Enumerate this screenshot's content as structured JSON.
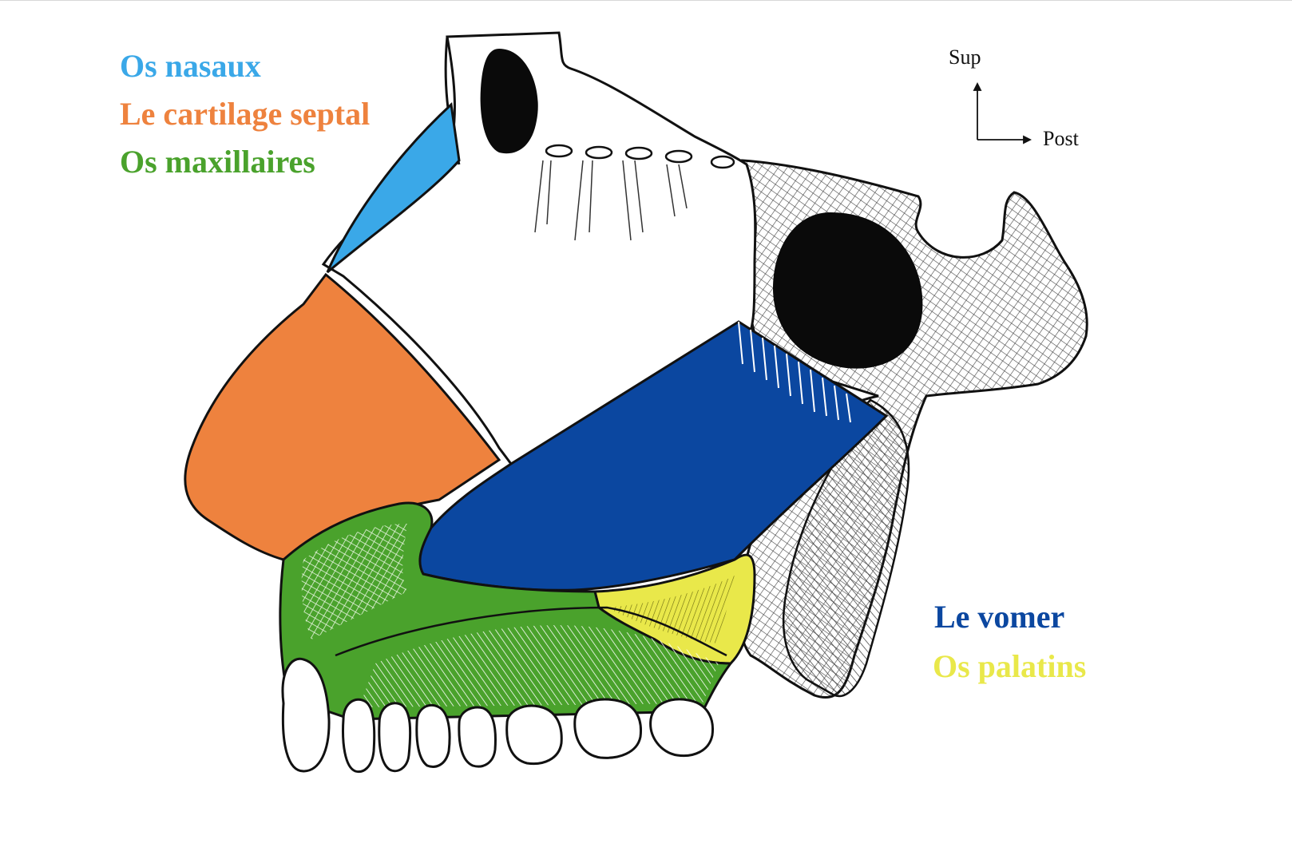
{
  "legend_top": [
    {
      "label": "Os nasaux",
      "color": "#3aa8e8"
    },
    {
      "label": "Le cartilage septal",
      "color": "#ee823e"
    },
    {
      "label": "Os maxillaires",
      "color": "#4aa22c"
    }
  ],
  "legend_bottom": [
    {
      "label": "Le vomer",
      "color": "#0b47a0"
    },
    {
      "label": "Os palatins",
      "color": "#e9e84a"
    }
  ],
  "orientation": {
    "up_label": "Sup",
    "right_label": "Post"
  },
  "colors": {
    "outline": "#111111",
    "hatch": "#333333",
    "background": "#ffffff"
  }
}
